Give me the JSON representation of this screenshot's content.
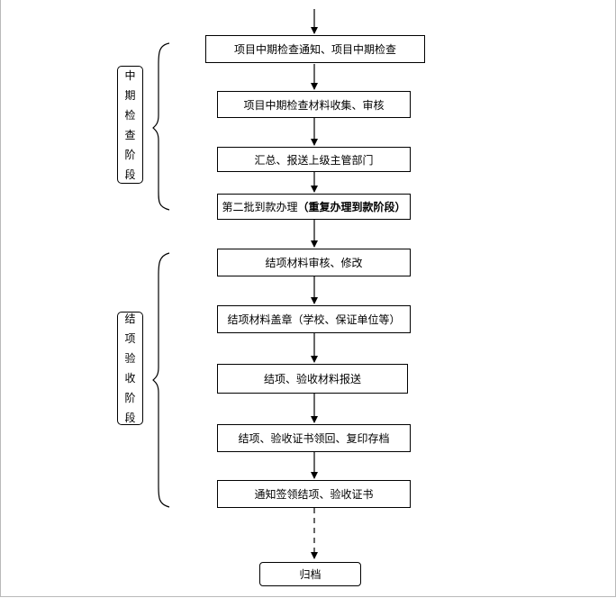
{
  "steps": {
    "s1": "项目中期检查通知、项目中期检查",
    "s2": "项目中期检查材料收集、审核",
    "s3": "汇总、报送上级主管部门",
    "s4_main": "第二批到款办理",
    "s4_bold": "（重复办理到款阶段）",
    "s5": "结项材料审核、修改",
    "s6": "结项材料盖章（学校、保证单位等）",
    "s7": "结项、验收材料报送",
    "s8": "结项、验收证书领回、复印存档",
    "s9": "通知签领结项、验收证书",
    "s10": "归档"
  },
  "stages": {
    "midterm": [
      "中",
      "期",
      "检",
      "查",
      "阶",
      "段"
    ],
    "completion": [
      "结",
      "项",
      "验",
      "收",
      "阶",
      "段"
    ]
  }
}
